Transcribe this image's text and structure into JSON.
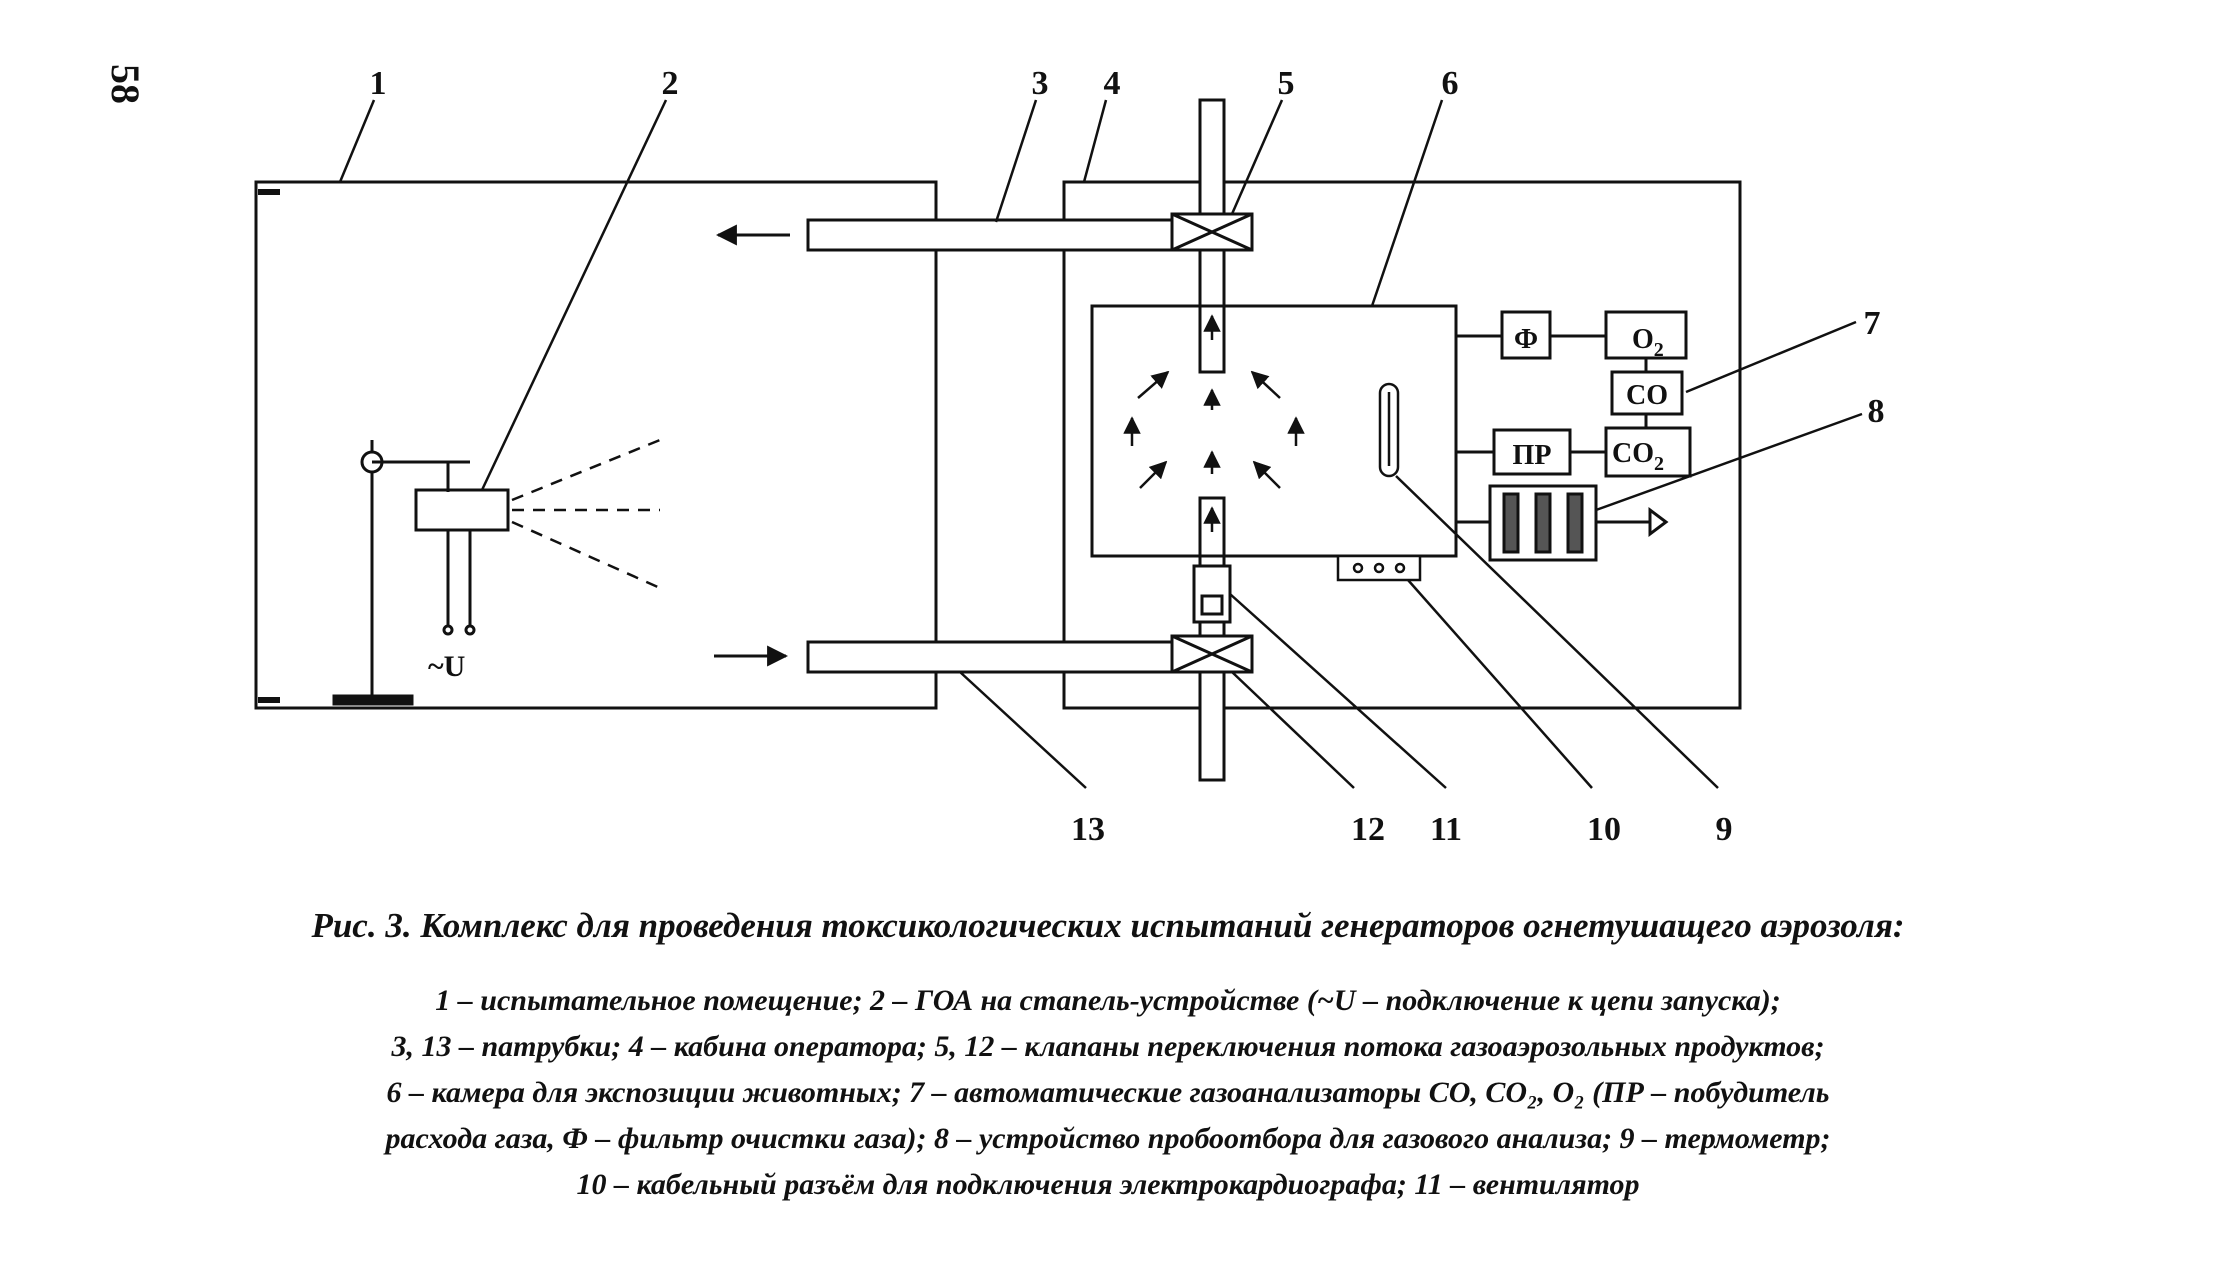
{
  "page_number": "58",
  "callouts": [
    "1",
    "2",
    "3",
    "4",
    "5",
    "6",
    "7",
    "8",
    "9",
    "10",
    "11",
    "12",
    "13"
  ],
  "labels": {
    "voltage": "~U",
    "filter": "Ф",
    "o2": "O",
    "o2_sub": "2",
    "co": "CO",
    "co2": "CO",
    "co2_sub": "2",
    "pump": "ПР"
  },
  "caption": {
    "title": "Рис. 3. Комплекс для проведения токсикологических испытаний генераторов огнетушащего аэрозоля:",
    "lines": [
      "1 – испытательное помещение; 2 – ГОА на стапель-устройстве (~U – подключение к цепи запуска);",
      "3, 13 – патрубки; 4 – кабина оператора; 5, 12 – клапаны переключения потока газоаэрозольных продуктов;",
      "6 – камера для экспозиции животных; 7 – автоматические газоанализаторы CO, CO₂, O₂ (ПР – побудитель",
      "расхода газа, Ф – фильтр очистки газа); 8 – устройство пробоотбора для газового анализа; 9 – термометр;",
      "10 – кабельный разъём для подключения электрокардиографа; 11 – вентилятор"
    ]
  }
}
